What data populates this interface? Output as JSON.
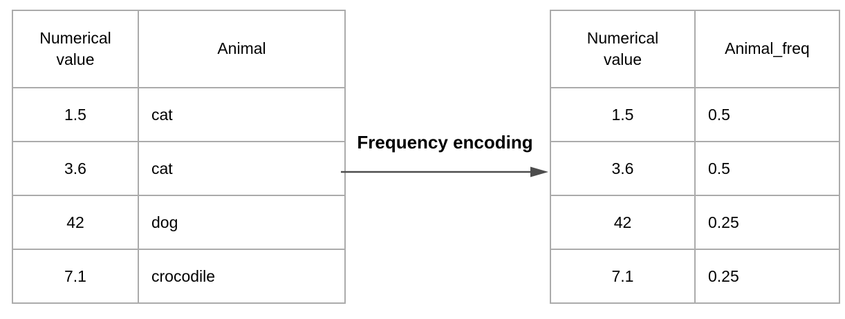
{
  "transform": {
    "label": "Frequency encoding"
  },
  "left_table": {
    "headers": [
      "Numerical value",
      "Animal"
    ],
    "rows": [
      [
        "1.5",
        "cat"
      ],
      [
        "3.6",
        "cat"
      ],
      [
        "42",
        "dog"
      ],
      [
        "7.1",
        "crocodile"
      ]
    ]
  },
  "right_table": {
    "headers": [
      "Numerical value",
      "Animal_freq"
    ],
    "rows": [
      [
        "1.5",
        "0.5"
      ],
      [
        "3.6",
        "0.5"
      ],
      [
        "42",
        "0.25"
      ],
      [
        "7.1",
        "0.25"
      ]
    ]
  },
  "colors": {
    "border": "#ababab",
    "text": "#000000",
    "arrow": "#4d4d4d",
    "background": "#ffffff"
  }
}
